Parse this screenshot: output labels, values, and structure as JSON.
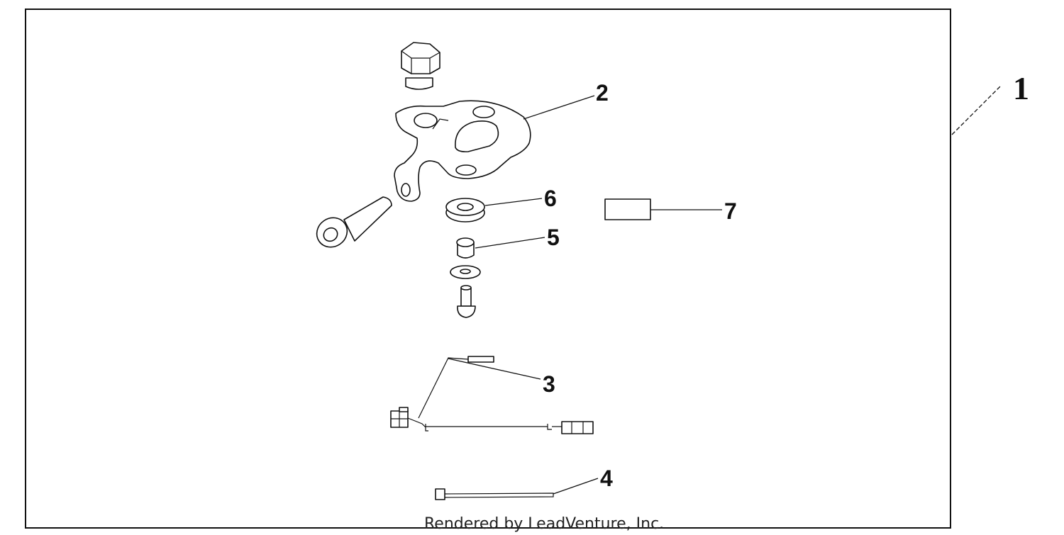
{
  "diagram": {
    "callouts": {
      "c1": "1",
      "c2": "2",
      "c3": "3",
      "c4": "4",
      "c5": "5",
      "c6": "6",
      "c7": "7"
    },
    "credit": "Rendered by LeadVenture, Inc.",
    "colors": {
      "line": "#111111",
      "background": "#ffffff"
    }
  }
}
